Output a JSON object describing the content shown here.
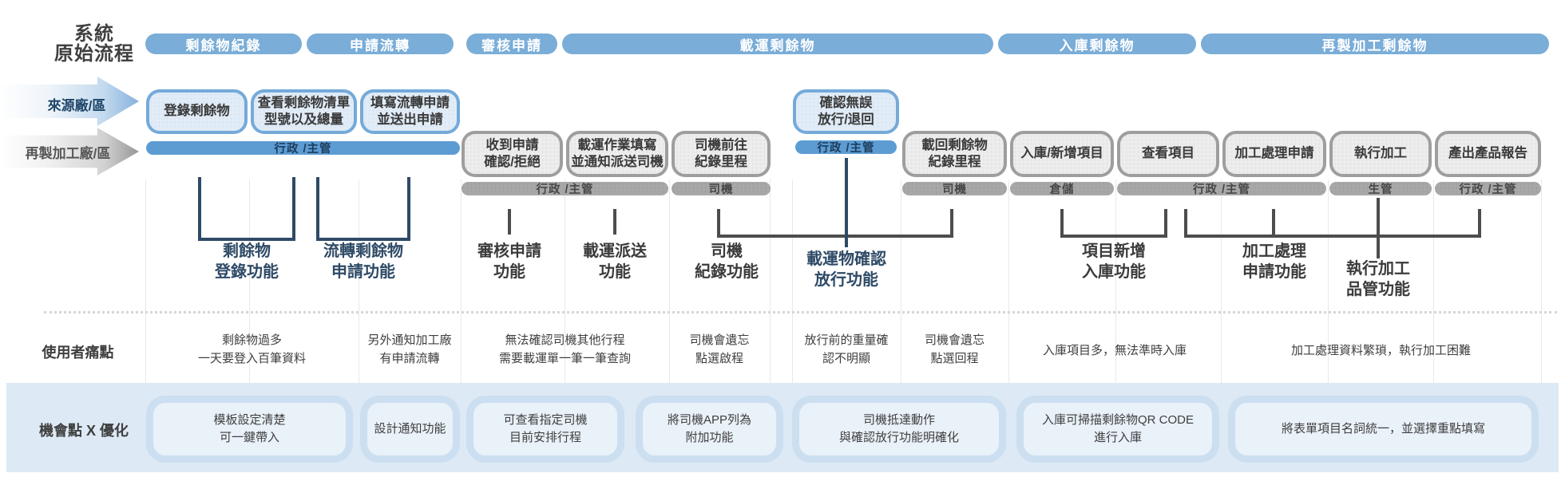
{
  "title": {
    "line1": "系統",
    "line2": "原始流程"
  },
  "lanes": {
    "source_label": "來源廠/區",
    "rework_label": "再製加工廠/區"
  },
  "sections": [
    {
      "label": "剩餘物紀錄"
    },
    {
      "label": "申請流轉"
    },
    {
      "label": "審核申請"
    },
    {
      "label": "載運剩餘物"
    },
    {
      "label": "入庫剩餘物"
    },
    {
      "label": "再製加工剩餘物"
    }
  ],
  "blue_steps": [
    {
      "label": "登錄剩餘物"
    },
    {
      "label": "查看剩餘物清單\n型號以及總量"
    },
    {
      "label": "填寫流轉申請\n並送出申請"
    },
    {
      "label": "確認無誤\n放行/退回"
    }
  ],
  "blue_role_bars": [
    {
      "label": "行政 /主管"
    },
    {
      "label": "行政 /主管"
    }
  ],
  "gray_steps": [
    {
      "label": "收到申請\n確認/拒絕"
    },
    {
      "label": "載運作業填寫\n並通知派送司機"
    },
    {
      "label": "司機前往\n紀錄里程"
    },
    {
      "label": "載回剩餘物\n紀錄里程"
    },
    {
      "label": "入庫/新增項目"
    },
    {
      "label": "查看項目"
    },
    {
      "label": "加工處理申請"
    },
    {
      "label": "執行加工"
    },
    {
      "label": "產出產品報告"
    }
  ],
  "gray_role_bars": [
    {
      "label": "行政 /主管"
    },
    {
      "label": "司機"
    },
    {
      "label": "司機"
    },
    {
      "label": "倉儲"
    },
    {
      "label": "行政 /主管"
    },
    {
      "label": "生管"
    },
    {
      "label": "行政 /主管"
    }
  ],
  "functions": [
    {
      "label": "剩餘物\n登錄功能"
    },
    {
      "label": "流轉剩餘物\n申請功能"
    },
    {
      "label": "審核申請\n功能"
    },
    {
      "label": "載運派送\n功能"
    },
    {
      "label": "司機\n紀錄功能"
    },
    {
      "label": "載運物確認\n放行功能"
    },
    {
      "label": "項目新增\n入庫功能"
    },
    {
      "label": "加工處理\n申請功能"
    },
    {
      "label": "執行加工\n品管功能"
    }
  ],
  "pain_row": {
    "row_label": "使用者痛點",
    "items": [
      {
        "text": "剩餘物過多\n一天要登入百筆資料"
      },
      {
        "text": "另外通知加工廠\n有申請流轉"
      },
      {
        "text": "無法確認司機其他行程\n需要載運單一筆一筆查詢"
      },
      {
        "text": "司機會遺忘\n點選啟程"
      },
      {
        "text": "放行前的重量確\n認不明顯"
      },
      {
        "text": "司機會遺忘\n點選回程"
      },
      {
        "text": "入庫項目多，無法準時入庫"
      },
      {
        "text": "加工處理資料繁瑣，執行加工困難"
      }
    ]
  },
  "opportunity_row": {
    "row_label": "機會點 X 優化",
    "items": [
      {
        "text": "模板設定清楚\n可一鍵帶入"
      },
      {
        "text": "設計通知功能"
      },
      {
        "text": "可查看指定司機\n目前安排行程"
      },
      {
        "text": "將司機APP列為\n附加功能"
      },
      {
        "text": "司機抵達動作\n與確認放行功能明確化"
      },
      {
        "text": "入庫可掃描剩餘物QR CODE\n進行入庫"
      },
      {
        "text": "將表單項目名詞統一，並選擇重點填寫"
      }
    ]
  },
  "colors": {
    "header_blue": "#7aadd8",
    "step_blue_border": "#74aad9",
    "step_blue_fill": "#e1ecf7",
    "role_bar_blue": "#5d9cd3",
    "step_gray_border": "#9e9e9e",
    "step_gray_fill": "#ededed",
    "role_bar_gray": "#a8a8a8",
    "navy_accent": "#2e4a66",
    "text_dark": "#3f3f3f",
    "opportunity_band": "#dde9f4",
    "opportunity_card_border": "#cbdff0",
    "opportunity_card_fill": "#e9f1f9"
  }
}
